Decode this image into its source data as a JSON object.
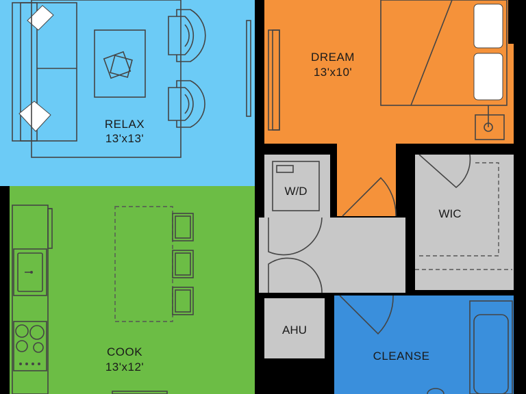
{
  "rooms": {
    "relax": {
      "name": "RELAX",
      "size": "13'x13'",
      "color": "#6ccbf6"
    },
    "cook": {
      "name": "COOK",
      "size": "13'x12'",
      "color": "#6cbd45"
    },
    "dream": {
      "name": "DREAM",
      "size": "13'x10'",
      "color": "#f5923a"
    },
    "wd": {
      "name": "W/D",
      "color": "#c8c8c8"
    },
    "wic": {
      "name": "WIC",
      "color": "#c8c8c8"
    },
    "ahu": {
      "name": "AHU",
      "color": "#c8c8c8"
    },
    "cleanse": {
      "name": "CLEANSE",
      "color": "#3a8fdc"
    },
    "hall": {
      "color": "#c8c8c8"
    }
  },
  "wall_color": "#000000"
}
